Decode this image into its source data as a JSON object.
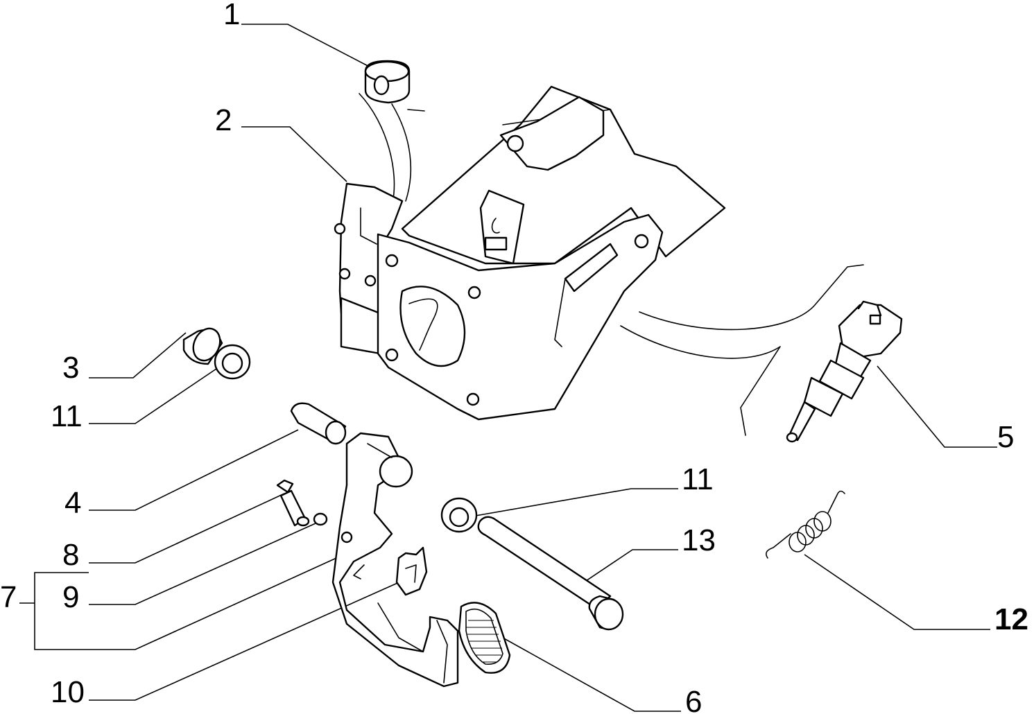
{
  "diagram": {
    "callouts": [
      {
        "id": "1",
        "text": "1"
      },
      {
        "id": "2",
        "text": "2"
      },
      {
        "id": "3",
        "text": "3"
      },
      {
        "id": "11a",
        "text": "11"
      },
      {
        "id": "4",
        "text": "4"
      },
      {
        "id": "8",
        "text": "8"
      },
      {
        "id": "7",
        "text": "7"
      },
      {
        "id": "9",
        "text": "9"
      },
      {
        "id": "10",
        "text": "10"
      },
      {
        "id": "5",
        "text": "5"
      },
      {
        "id": "11b",
        "text": "11"
      },
      {
        "id": "13",
        "text": "13"
      },
      {
        "id": "12",
        "text": "12"
      },
      {
        "id": "6",
        "text": "6"
      }
    ]
  }
}
